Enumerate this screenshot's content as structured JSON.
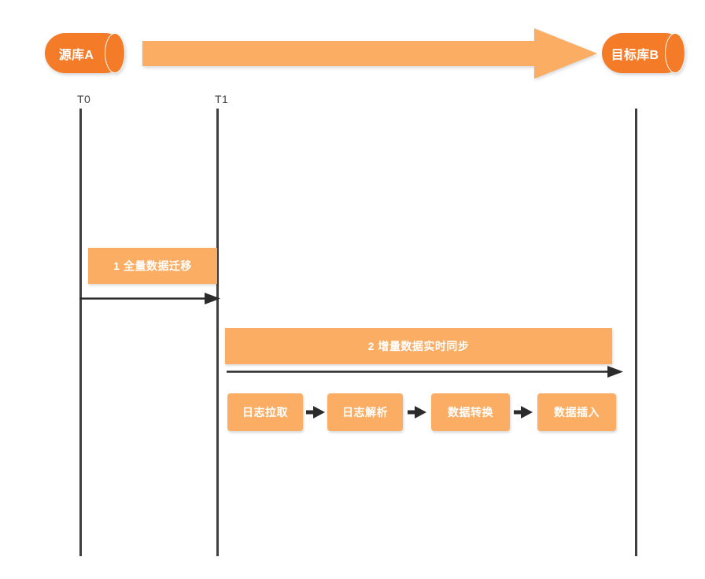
{
  "diagram": {
    "title": "",
    "colors": {
      "cylinder": "#f47b28",
      "bar": "#fbad63",
      "arrow_fill": "#fbad63",
      "line": "#3f3f3f",
      "text_on_fill": "#ffffff",
      "background": "#ffffff"
    },
    "nodes": {
      "source_db": {
        "label": "源库A",
        "icon": "database-cylinder-icon"
      },
      "target_db": {
        "label": "目标库B",
        "icon": "database-cylinder-icon"
      }
    },
    "migration_arrow": {
      "icon": "right-arrow-icon",
      "label": ""
    },
    "timeline": {
      "markers": [
        {
          "id": "t0",
          "label": "T0"
        },
        {
          "id": "t1",
          "label": "T1"
        },
        {
          "id": "t_end",
          "label": ""
        }
      ]
    },
    "phases": [
      {
        "index": "1",
        "label": "1 全量数据迁移",
        "from": "T0",
        "to": "T1",
        "arrow_icon": "right-arrow-icon"
      },
      {
        "index": "2",
        "label": "2 增量数据实时同步",
        "from": "T1",
        "to": "end",
        "arrow_icon": "right-arrow-icon"
      }
    ],
    "pipeline": {
      "steps": [
        {
          "label": "日志拉取"
        },
        {
          "label": "日志解析"
        },
        {
          "label": "数据转换"
        },
        {
          "label": "数据插入"
        }
      ],
      "connector_icon": "right-arrow-icon"
    }
  }
}
